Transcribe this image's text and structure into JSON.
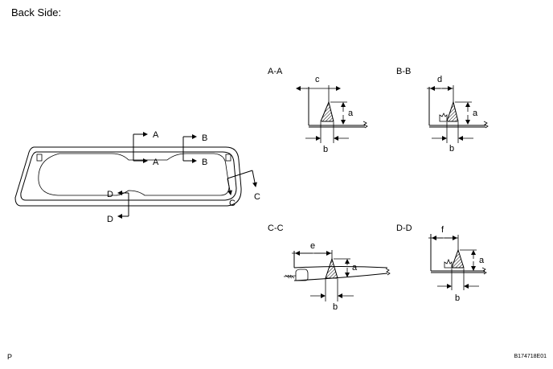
{
  "title": "Back Side:",
  "corner_left": "P",
  "figure_code": "B174718E01",
  "cut_labels": {
    "A": "A",
    "B": "B",
    "C": "C",
    "D": "D"
  },
  "sections": {
    "aa": {
      "title": "A-A",
      "dims": [
        "c",
        "a",
        "b"
      ]
    },
    "bb": {
      "title": "B-B",
      "dims": [
        "d",
        "a",
        "b"
      ]
    },
    "cc": {
      "title": "C-C",
      "dims": [
        "e",
        "a",
        "b"
      ]
    },
    "dd": {
      "title": "D-D",
      "dims": [
        "f",
        "a",
        "b"
      ]
    }
  }
}
